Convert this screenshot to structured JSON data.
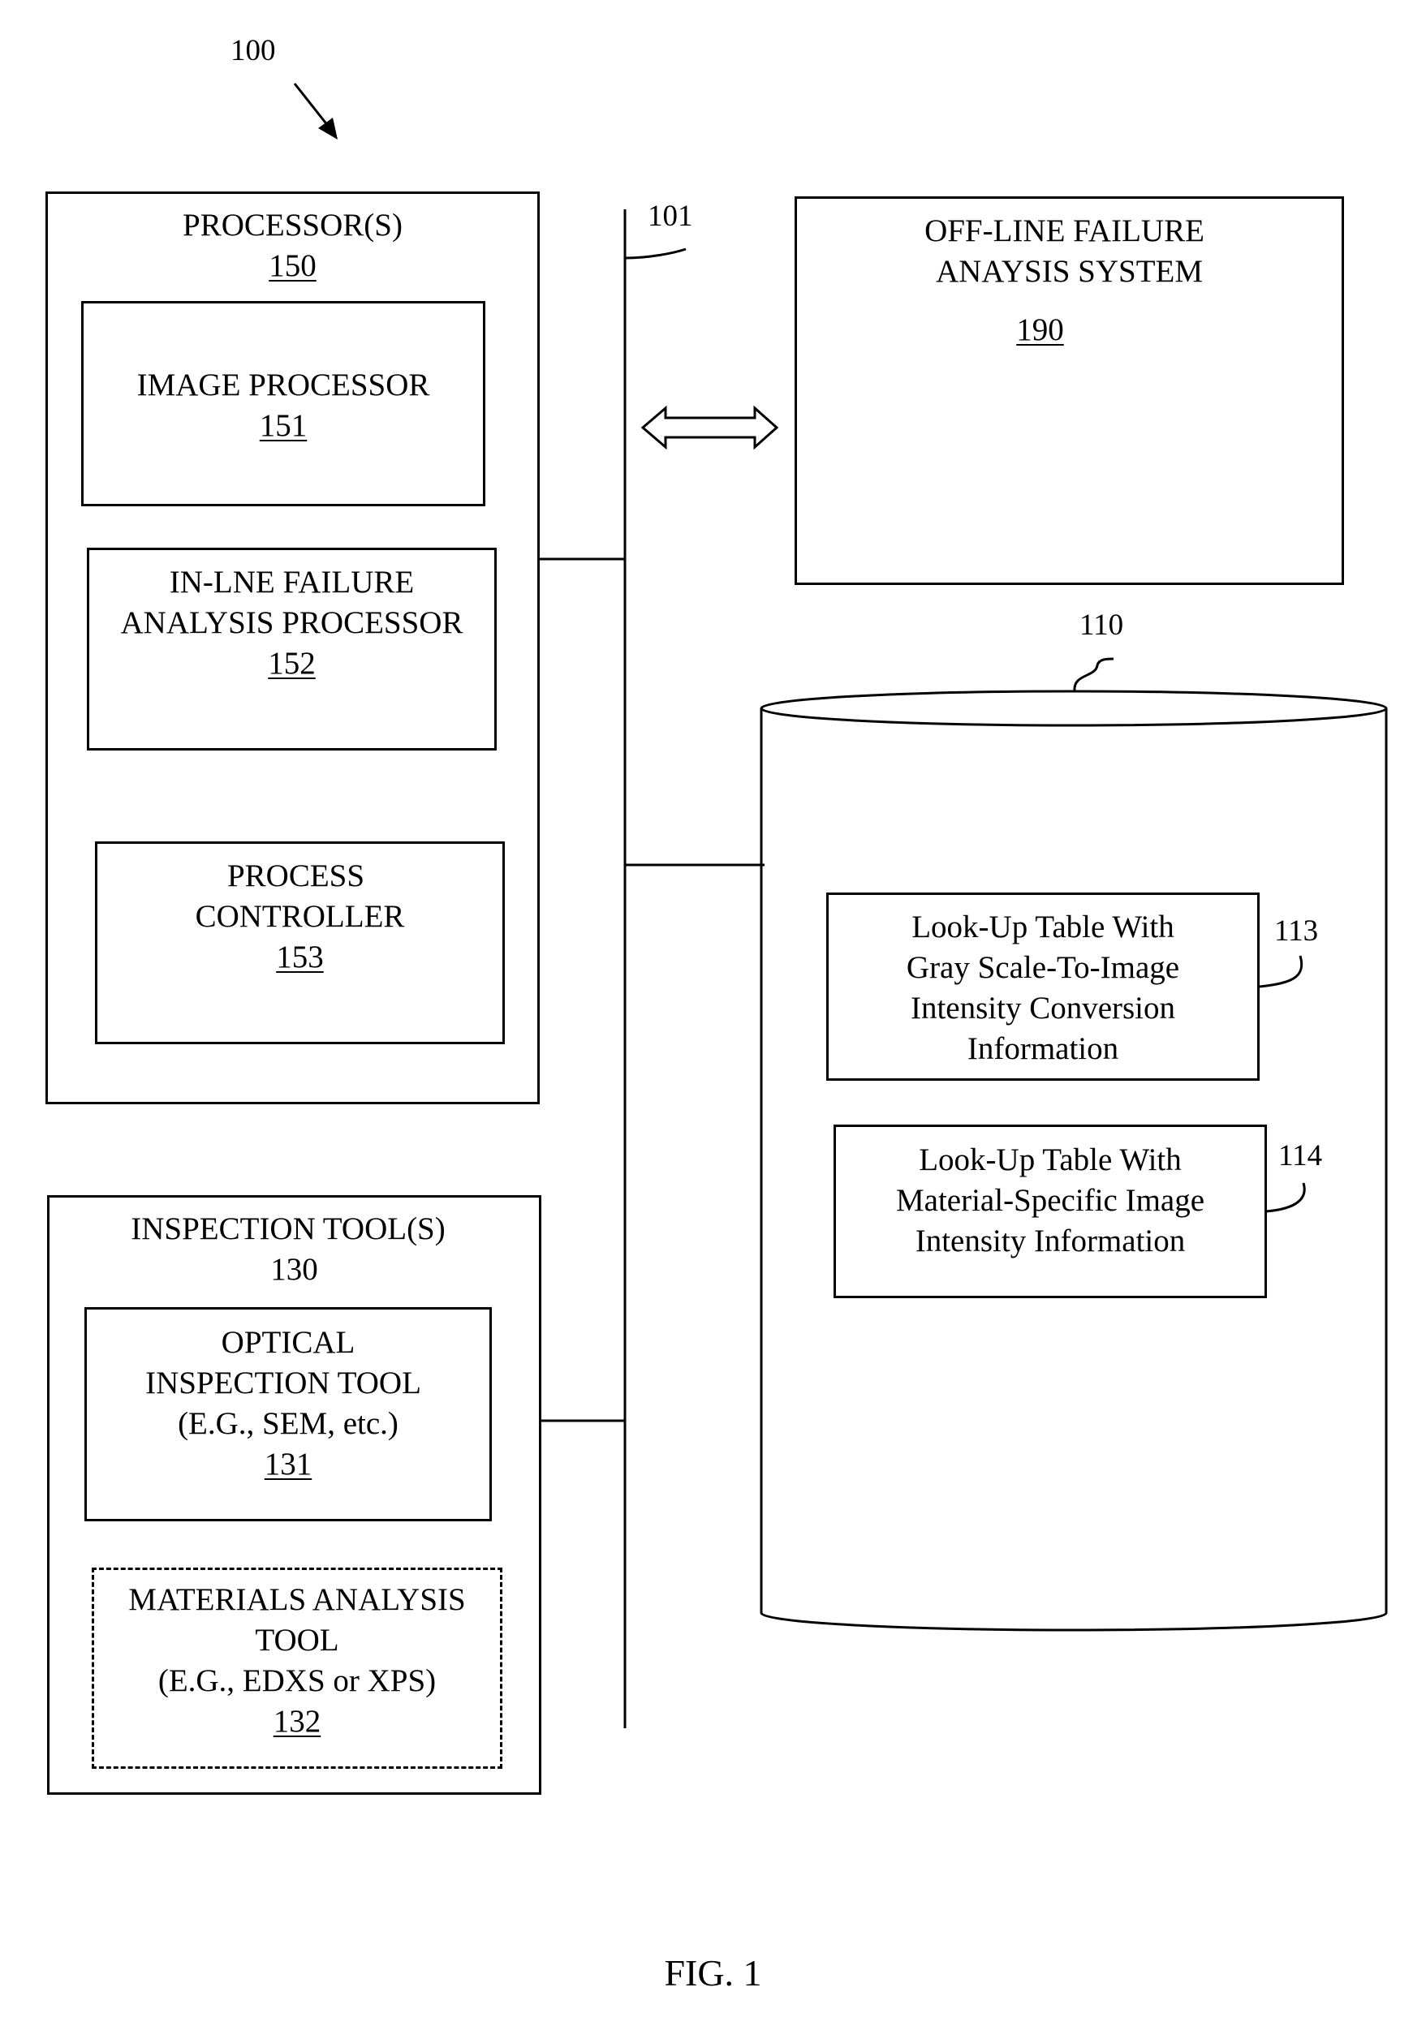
{
  "figure": {
    "ref_system": "100",
    "ref_bus": "101",
    "caption": "FIG. 1"
  },
  "processors": {
    "title": "PROCESSOR(S)",
    "ref": "150",
    "image_processor": {
      "label": "IMAGE PROCESSOR",
      "ref": "151"
    },
    "inline_fa": {
      "label_line1": "IN-LNE FAILURE",
      "label_line2": "ANALYSIS PROCESSOR",
      "ref": "152"
    },
    "process_controller": {
      "label_line1": "PROCESS",
      "label_line2": "CONTROLLER",
      "ref": "153"
    }
  },
  "offline": {
    "label_line1": "OFF-LINE FAILURE",
    "label_line2": "ANAYSIS SYSTEM",
    "ref": "190"
  },
  "database": {
    "ref": "110",
    "lut1": {
      "line1": "Look-Up Table With",
      "line2": "Gray Scale-To-Image",
      "line3": "Intensity Conversion",
      "line4": "Information",
      "ref": "113"
    },
    "lut2": {
      "line1": "Look-Up Table With",
      "line2": "Material-Specific Image",
      "line3": "Intensity Information",
      "ref": "114"
    }
  },
  "inspection": {
    "title": "INSPECTION TOOL(S)",
    "ref": "130",
    "optical": {
      "line1": "OPTICAL",
      "line2": "INSPECTION TOOL",
      "line3": "(E.G., SEM, etc.)",
      "ref": "131"
    },
    "materials": {
      "line1": "MATERIALS ANALYSIS",
      "line2": "TOOL",
      "line3": "(E.G., EDXS or XPS)",
      "ref": "132"
    }
  }
}
